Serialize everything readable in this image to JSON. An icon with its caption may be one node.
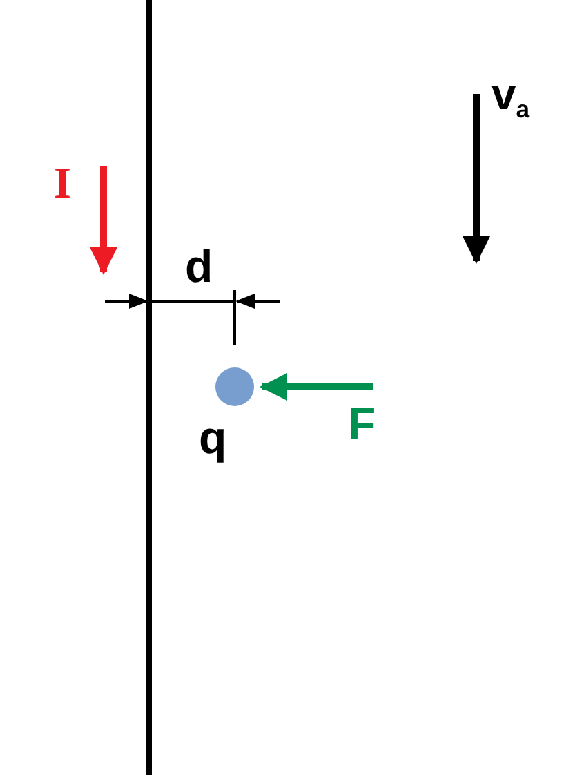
{
  "diagram": {
    "labels": [
      "I",
      "d",
      "q",
      "F",
      "v$_{a}$"
    ]
  }
}
